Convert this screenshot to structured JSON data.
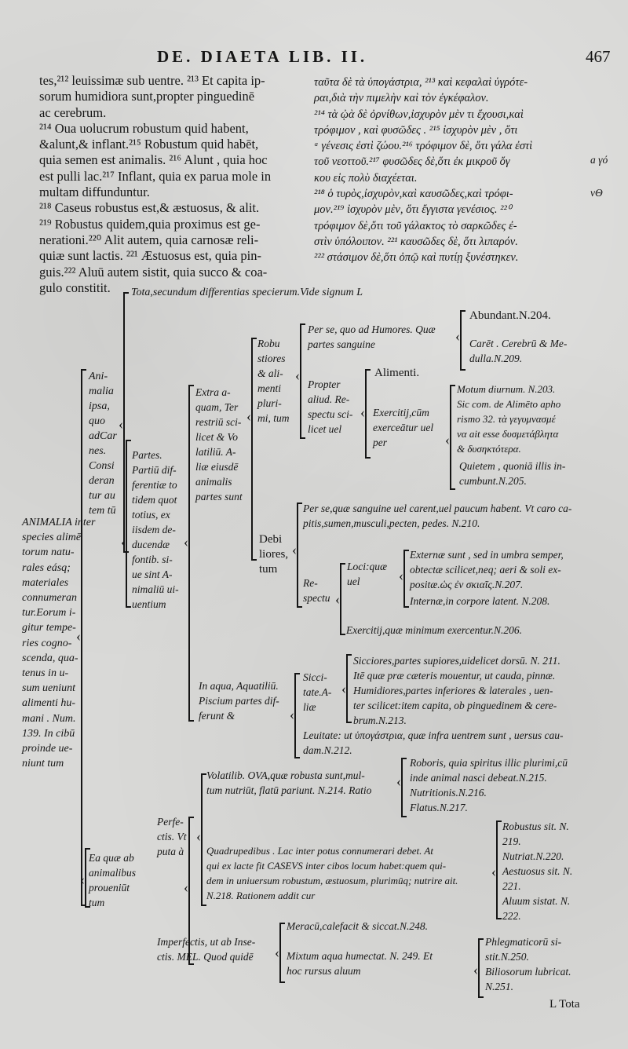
{
  "header": {
    "running_title": "DE. DIAETA LIB. II.",
    "page_number": "467"
  },
  "latin_text": "tes,²¹² leuissimæ sub uentre. ²¹³ Et capita ip-\nsorum humidiora sunt,propter pinguedinē\nac cerebrum.\n    ²¹⁴ Oua uolucrum robustum quid habent,\n&alunt,& inflant.²¹⁵ Robustum quid habēt,\nquia semen est animalis. ²¹⁶ Alunt , quia hoc\nest pulli lac.²¹⁷ Inflant, quia ex parua mole in\nmultam diffunduntur.\n    ²¹⁸ Caseus robustus est,& æstuosus, & alit.\n²¹⁹ Robustus quidem,quia proximus est ge-\nnerationi.²²⁰ Alit autem, quia carnosæ reli-\nquiæ sunt lactis. ²²¹ Æstuosus est, quia pin-\nguis.²²² Aluū autem sistit, quia succo & coa-\ngulo constitit.",
  "greek_text": "ταῦτα δὲ τὰ ὑπογάστρια, ²¹³ καὶ κεφαλαὶ ὑγρότε-\nραι,διὰ τὴν πιμελὴν καὶ τὸν ἐγκέφαλον.\n    ²¹⁴ τὰ ᾠὰ δὲ ὀρνίθων,ἰσχυρὸν μὲν τι ἔχουσι,καὶ\nτρόφιμον , καὶ φυσῶδες . ²¹⁵ ἰσχυρὸν μὲν , ὅτι\nᵃ γένεσις ἐστὶ ζώου.²¹⁶ τρόφιμον δὲ, ὅτι γάλα ἐστὶ\nτοῦ νεοττοῦ.²¹⁷ φυσῶδες δὲ,ὅτι ἐκ μικροῦ ὄγ\nκου εἰς πολὺ διαχέεται.\n    ²¹⁸ ὁ τυρὸς,ἰσχυρὸν,καὶ καυσῶδες,καὶ τρόφι-\nμον.²¹⁹ ἰσχυρὸν μὲν, ὅτι ἔγγιστα γενέσιος. ²²⁰\nτρόφιμον δὲ,ὅτι τοῦ γάλακτος τὸ σαρκῶδες ἐ-\nστὶν ὑπόλοιπον. ²²¹ καυσῶδες δὲ, ὅτι λιπαρόν.\n²²² στάσιμον δὲ,ὅτι ὀπῷ καὶ πυτίῃ ξυνέστηκεν.",
  "margin_notes": [
    "a γό",
    "νΘ"
  ],
  "table": {
    "root": "ANIMALIA inter\nspecies alimē\ntorum natu-\nrales eásq;\nmateriales\nconnumeran\ntur.Eorum i-\ngitur tempe-\nries cogno-\nscenda, qua-\ntenus in u-\nsum ueniunt\nalimenti hu-\nmani . Num.\n139. In cibū\nproinde ue-\nniunt tum",
    "animalia_ipsa": "Ani-\nmalia\nipsa,\nquo\nadCar\nnes.\nConsi\nderan\ntur au\ntem tū",
    "tota": "Tota,secundum differentias specierum.Vide signum L",
    "partes": "Partes.\nPartiū dif-\nferentiæ to\ntidem quot\ntotius, ex\niisdem de-\nducendæ\nfontib. si-\nue sint A-\nnimaliū ui-\nuentium",
    "extra_aquam": "Extra a-\nquam, Ter\nrestriū sci-\nlicet & Vo\nlatiliū. A-\nliæ eiusdē\nanimalis\npartes sunt",
    "robustiores": "Robu\nstiores\n& ali-\nmenti\npluri-\nmi, tum",
    "per_se_humores": "Per se, quo ad Humores. Quæ\n     partes sanguine",
    "abundant": "Abundant.N.204.",
    "caret": "Carēt . Cerebrū & Me-\n     dulla.N.209.",
    "propter_aliud": "Propter\naliud. Re-\nspectu sci-\nlicet uel",
    "alimenti": "Alimenti.",
    "exercitij": "Exercitij,cūm\nexerceātur uel\n       per",
    "motum": "Motum diurnum. N.203.\n    Sic com. de Alimēto apho\n    rismo 32. τὰ γεγυμνασμέ\n    να ait esse δυσμετάβλητα\n    & δυσηκτότερα.",
    "quietem": "Quietem , quoniā illis in-\n    cumbunt.N.205.",
    "debiliores": "Debi\nliores,\ntum",
    "per_se_sanguine": "Per se,quæ sanguine uel carent,uel paucum habent. Vt caro ca-\n    pitis,sumen,musculi,pecten, pedes. N.210.",
    "respectu": "Re-\nspectu",
    "loci": "Loci:quæ\n     uel",
    "externae": "Externæ sunt , sed in umbra semper,\n    obtectæ scilicet,neq; aeri & soli ex-\n    positæ.ὡς ἐν σκιαῖς.N.207.",
    "internae": "Internæ,in corpore latent. N.208.",
    "exercitij_min": "Exercitij,quæ minimum exercentur.N.206.",
    "in_aqua": "In aqua, Aquatiliū.\nPiscium partes dif-\n     ferunt &",
    "siccitate": "Sicci-\ntate.A-\n  liæ",
    "sicciores": "Sicciores,partes supiores,uidelicet dorsū. N. 211.\n    Itē quæ præ cæteris mouentur, ut cauda, pinnæ.\nHumidiores,partes inferiores & laterales , uen-\n    ter scilicet:item capita, ob pinguedinem & cere-\n    brum.N.213.",
    "leuitate": "Leuitate: ut ὑπογάστρια, quæ infra uentrem sunt , uersus cau-\n    dam.N.212.",
    "ea_quae": "Ea quæ ab\nanimalibus\nproueniūt\n  tum",
    "perfectis": "Perfe-\nctis. Vt\nputa  à",
    "volatilib": "Volatilib. OVA,quæ robusta sunt,mul-\ntum nutriūt, flatū pariunt. N.214. Ratio",
    "roboris": "Roboris, quia spiritus illic plurimi,cū\n    inde animal nasci debeat.N.215.\nNutritionis.N.216.\nFlatus.N.217.",
    "quadrupedibus": "Quadrupedibus . Lac inter potus connumerari debet. At\nqui ex lacte fit CASEVS inter cibos locum habet:quem qui-\ndem in uniuersum robustum, æstuosum, plurimūq; nutrire ait.\n                    N.218. Rationem addit cur",
    "robustus_sit": "Robustus sit. N.\n    219.\nNutriat.N.220.\nAestuosus sit. N.\n    221.\nAluum sistat. N.\n    222.",
    "imperfectis": "Imperfectis, ut ab Inse-\nctis. MEL. Quod quidē",
    "meracu": "Meracū,calefacit & siccat.N.248.",
    "mixtum": "Mixtum aqua humectat. N. 249. Et\n          hoc rursus aluum",
    "phlegmaticoru": "Phlegmaticorū si-\n    stit.N.250.\nBiliosorum lubricat.\n    N.251.",
    "catchword": "L Tota"
  }
}
